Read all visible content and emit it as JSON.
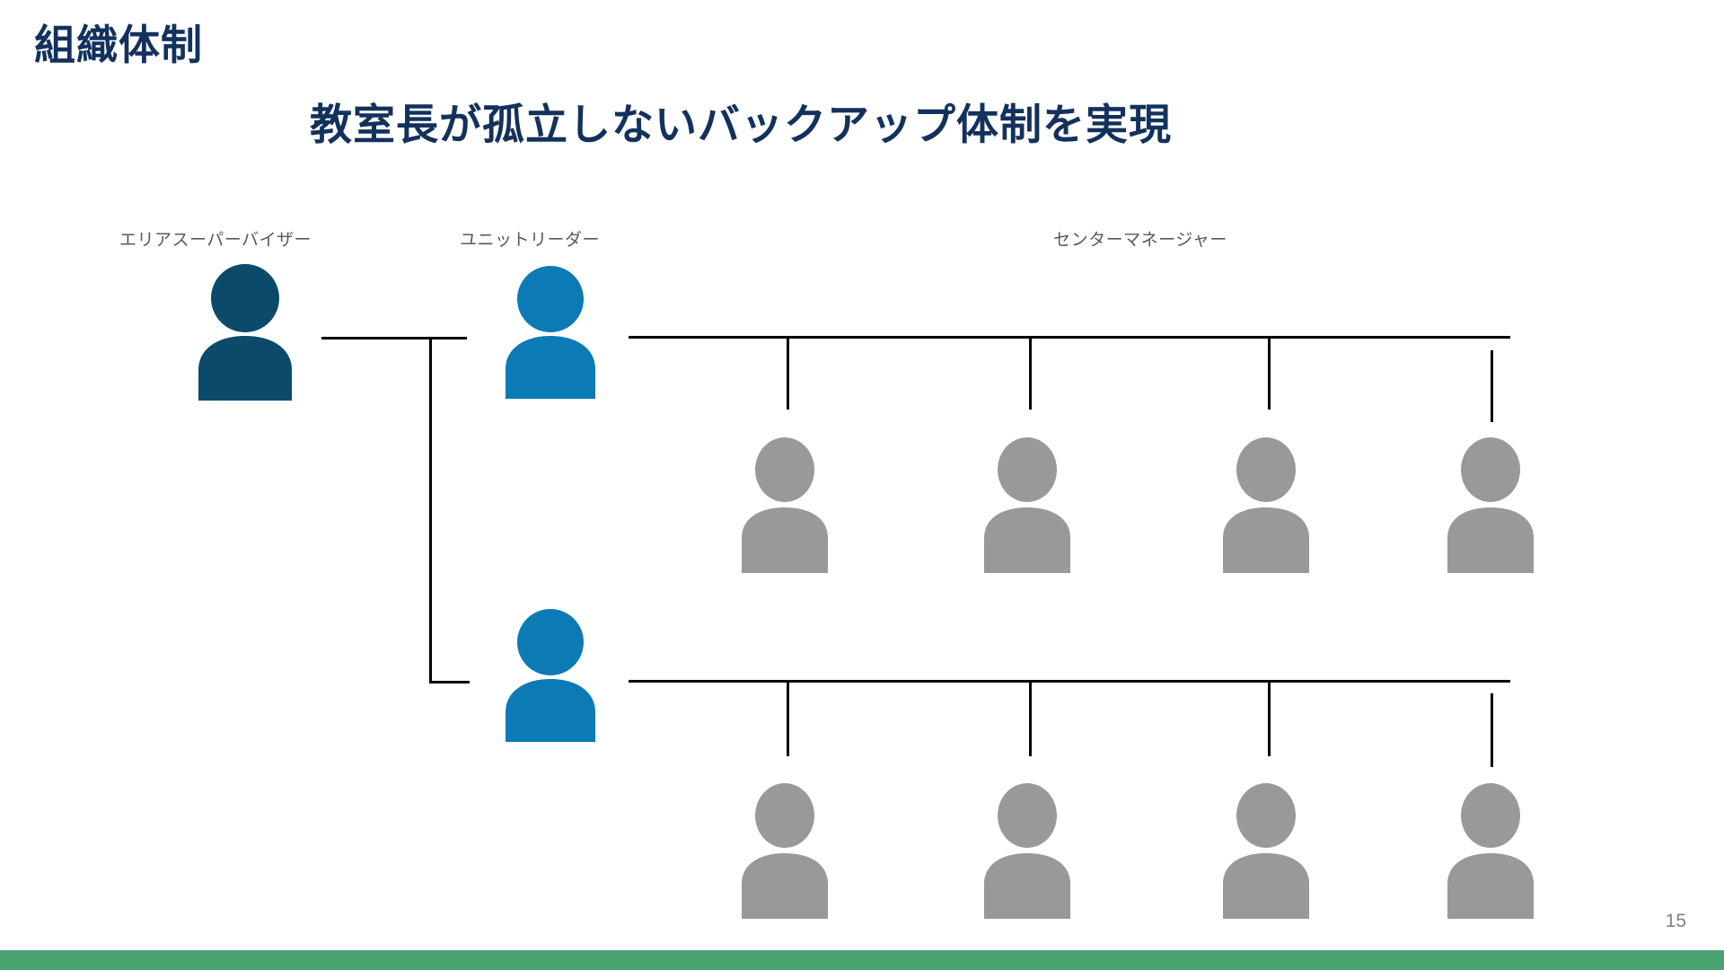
{
  "slide": {
    "title": "組織体制",
    "subtitle": "教室長が孤立しないバックアップ体制を実現",
    "page_number": "15",
    "background_color": "#ffffff",
    "title_color": "#13315c",
    "footer_bar_color": "#4ba271",
    "connector_color": "#000000"
  },
  "org_chart": {
    "column_labels": [
      {
        "text": "エリアスーパーバイザー",
        "color": "#595959"
      },
      {
        "text": "ユニットリーダー",
        "color": "#595959"
      },
      {
        "text": "センターマネージャー",
        "color": "#595959"
      }
    ],
    "roles": [
      {
        "role": "area-supervisor",
        "label": "エリアスーパーバイザー",
        "color": "#0b4a6b",
        "count": 1
      },
      {
        "role": "unit-leader",
        "label": "ユニットリーダー",
        "color": "#0b7ab5",
        "count": 2
      },
      {
        "role": "center-manager",
        "label": "センターマネージャー",
        "color": "#999999",
        "count": 8
      }
    ]
  }
}
